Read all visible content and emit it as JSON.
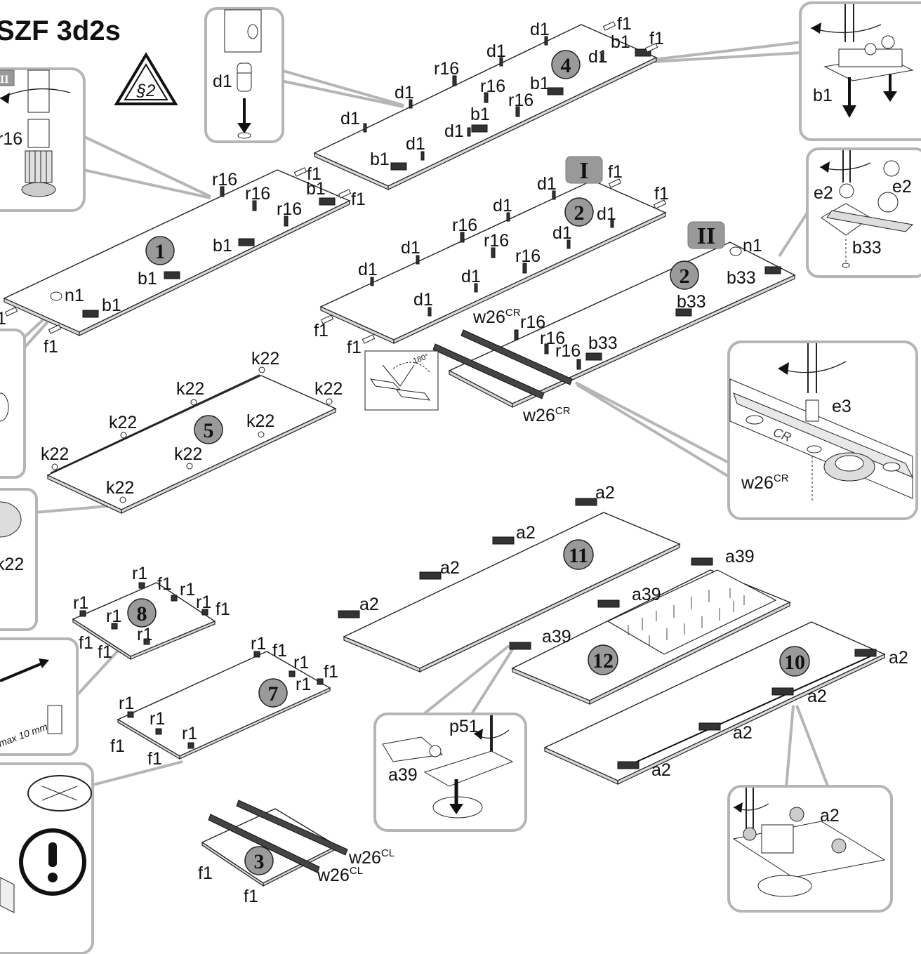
{
  "title": "SZF 3d2s",
  "warning_sign_text": "§2",
  "boards": [
    {
      "id": "1",
      "label": "1"
    },
    {
      "id": "2",
      "label": "2"
    },
    {
      "id": "2b",
      "label": "2"
    },
    {
      "id": "3",
      "label": "3"
    },
    {
      "id": "4",
      "label": "4"
    },
    {
      "id": "5",
      "label": "5"
    },
    {
      "id": "7",
      "label": "7"
    },
    {
      "id": "8",
      "label": "8"
    },
    {
      "id": "10",
      "label": "10"
    },
    {
      "id": "11",
      "label": "11"
    },
    {
      "id": "12",
      "label": "12"
    }
  ],
  "roman_markers": [
    "I",
    "II",
    "II"
  ],
  "part_codes": {
    "d1": "d1",
    "r16": "r16",
    "b1": "b1",
    "f1": "f1",
    "n1": "n1",
    "k22": "k22",
    "r1": "r1",
    "a2": "a2",
    "a39": "a39",
    "b33": "b33",
    "e2": "e2",
    "e3": "e3",
    "p51": "p51",
    "w26": "w26",
    "cr": "CR",
    "cl": "CL"
  },
  "callout_texts": {
    "measure": "max 10 mm",
    "angle": "180°",
    "rail_mark": "CR"
  }
}
